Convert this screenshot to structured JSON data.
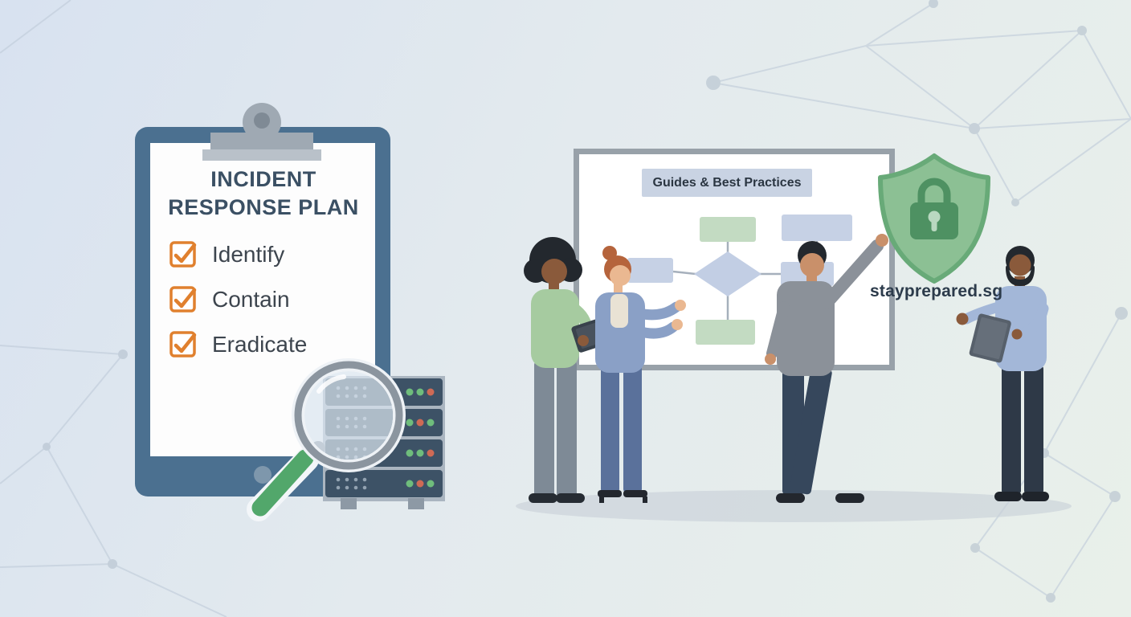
{
  "scene": {
    "background_gradient": [
      "#d8e2f0",
      "#e9f0ea"
    ]
  },
  "clipboard": {
    "title_line1": "INCIDENT",
    "title_line2": "RESPONSE PLAN",
    "checklist": [
      {
        "label": "Identify",
        "checked": true
      },
      {
        "label": "Contain",
        "checked": true
      },
      {
        "label": "Eradicate",
        "checked": true
      }
    ],
    "accent_color": "#e0802e",
    "frame_color": "#4b7090"
  },
  "whiteboard": {
    "label": "Guides & Best Practices",
    "flowchart_green": "#c3dbc2",
    "flowchart_blue": "#c6d1e5"
  },
  "shield": {
    "fill": "#8cc094",
    "lock_fill": "#4e9162"
  },
  "magnifier": {
    "handle_color": "#52a76b"
  },
  "branding": {
    "text": "stayprepared.sg",
    "color": "#2c3b4b"
  },
  "icons": {
    "clipboard": "clipboard-icon",
    "checkbox": "checked-checkbox-icon",
    "magnifier": "magnifier-icon",
    "server_rack": "server-rack-icon",
    "shield_lock": "shield-lock-icon",
    "tablet": "tablet-icon",
    "network": "network-background"
  }
}
